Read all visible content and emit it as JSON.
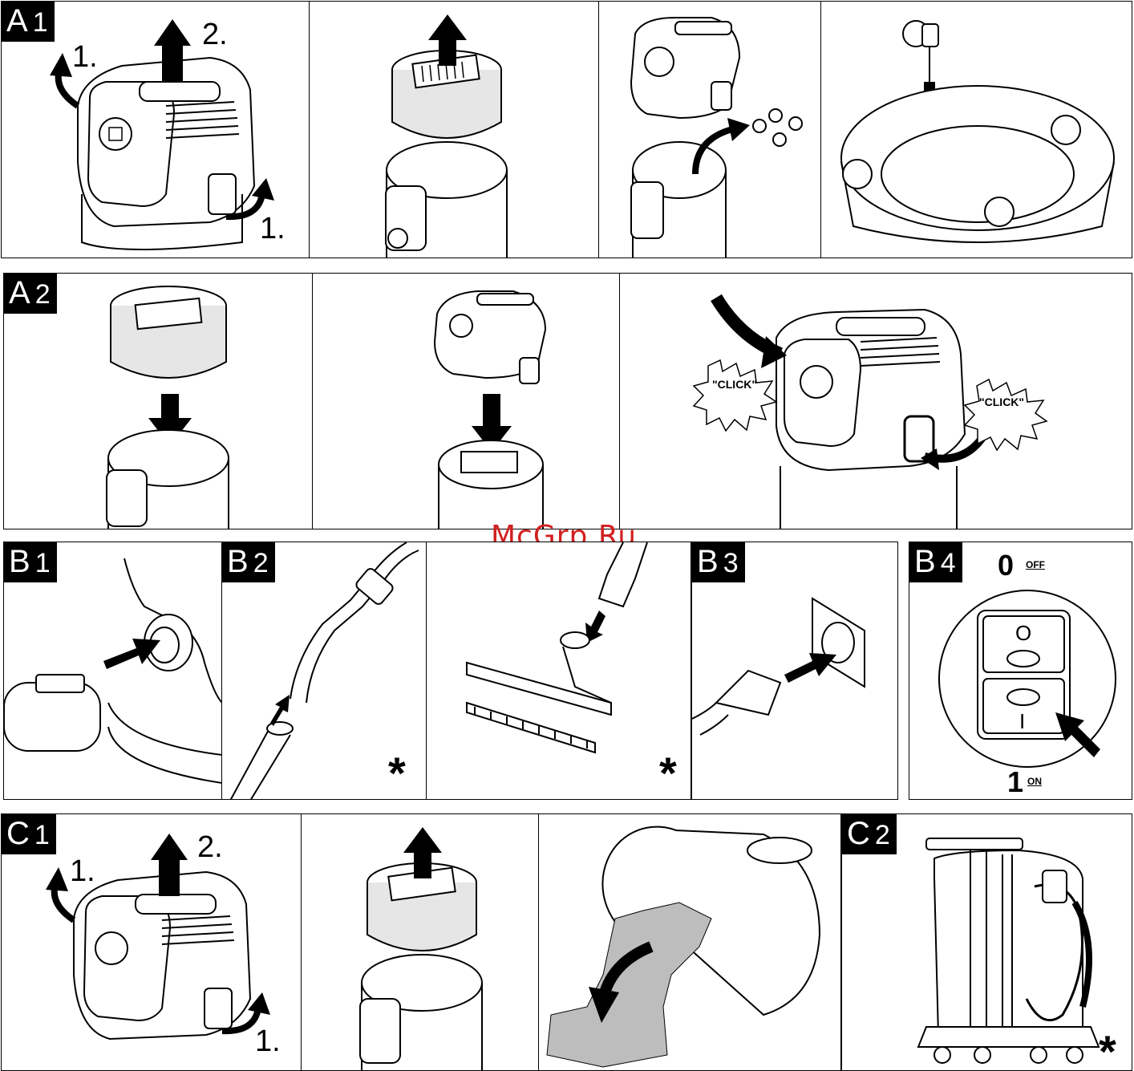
{
  "watermark": "McGrp.Ru",
  "sections": {
    "a1": {
      "letter": "A",
      "number": "1",
      "step_labels": [
        "1.",
        "2.",
        "1."
      ]
    },
    "a2": {
      "letter": "A",
      "number": "2",
      "click_labels": [
        "\"CLICK\"",
        "\"CLICK\""
      ]
    },
    "b1": {
      "letter": "B",
      "number": "1"
    },
    "b2": {
      "letter": "B",
      "number": "2",
      "stars": [
        "*",
        "*"
      ]
    },
    "b3": {
      "letter": "B",
      "number": "3"
    },
    "b4": {
      "letter": "B",
      "number": "4",
      "off_value": "0",
      "off_label": "OFF",
      "on_value": "1",
      "on_label": "ON",
      "switch_top": "O",
      "switch_bottom": "I"
    },
    "c1": {
      "letter": "C",
      "number": "1",
      "step_labels": [
        "1.",
        "2.",
        "1."
      ]
    },
    "c2": {
      "letter": "C",
      "number": "2",
      "star": "*"
    }
  }
}
